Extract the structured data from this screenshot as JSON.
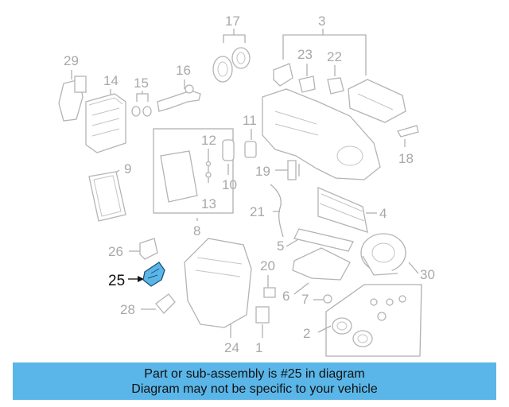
{
  "diagram": {
    "callouts": [
      "17",
      "3",
      "29",
      "14",
      "15",
      "16",
      "23",
      "22",
      "11",
      "12",
      "18",
      "9",
      "19",
      "10",
      "13",
      "21",
      "4",
      "8",
      "26",
      "5",
      "20",
      "30",
      "25",
      "6",
      "7",
      "28",
      "2",
      "24",
      "1"
    ],
    "highlighted_part": "25",
    "colors": {
      "highlight": "#5ab6e8",
      "line": "#b0b0b0",
      "callout_text": "#a8a8a8"
    }
  },
  "banner": {
    "line1": "Part or sub-assembly is #25 in diagram",
    "line2": "Diagram may not be specific to your vehicle",
    "color": "#5ab6e8"
  }
}
